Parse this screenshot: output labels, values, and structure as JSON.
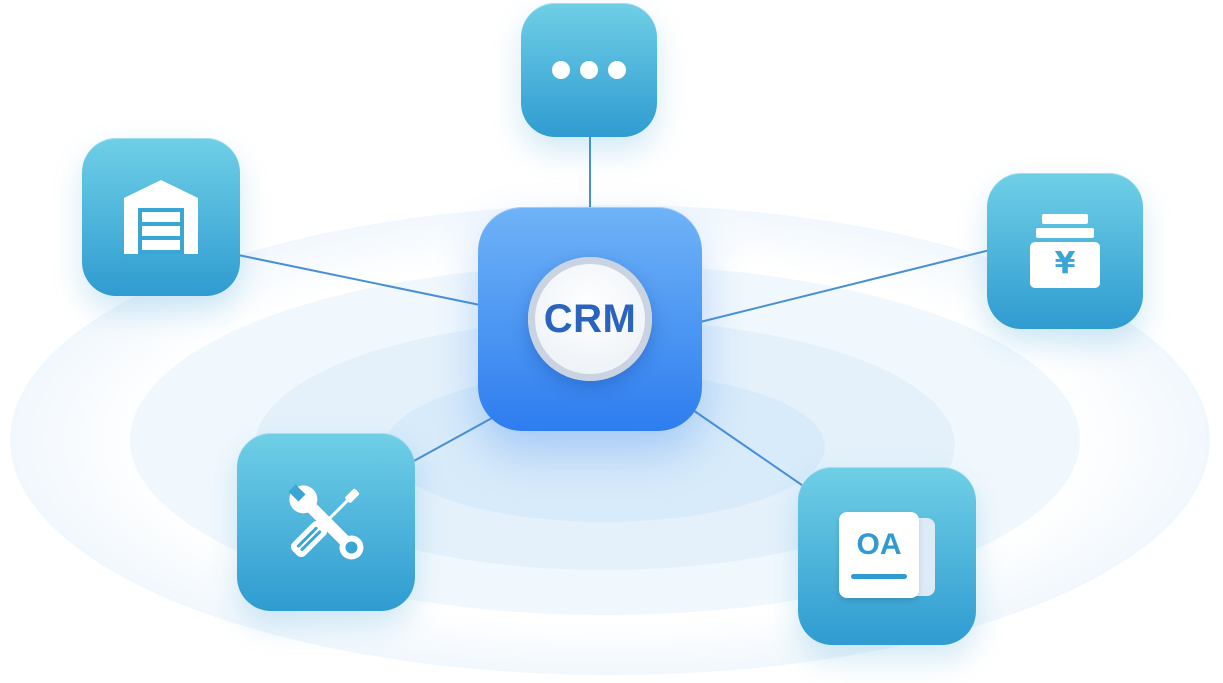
{
  "hub": {
    "label": "CRM"
  },
  "satellites": [
    {
      "id": "more",
      "icon": "ellipsis-icon"
    },
    {
      "id": "warehouse",
      "icon": "warehouse-icon"
    },
    {
      "id": "finance",
      "icon": "yen-drawer-icon",
      "glyph": "¥"
    },
    {
      "id": "tools",
      "icon": "wrench-screwdriver-icon"
    },
    {
      "id": "oa",
      "icon": "oa-document-icon",
      "label": "OA"
    }
  ],
  "colors": {
    "tile_top": "#6fcfe6",
    "tile_bottom": "#2f9bd0",
    "hub_top": "#6fb3f7",
    "hub_bottom": "#2e7def",
    "hub_text": "#2b64bd",
    "link_line": "#4a8fd6",
    "ring": "#e3f0fb"
  }
}
